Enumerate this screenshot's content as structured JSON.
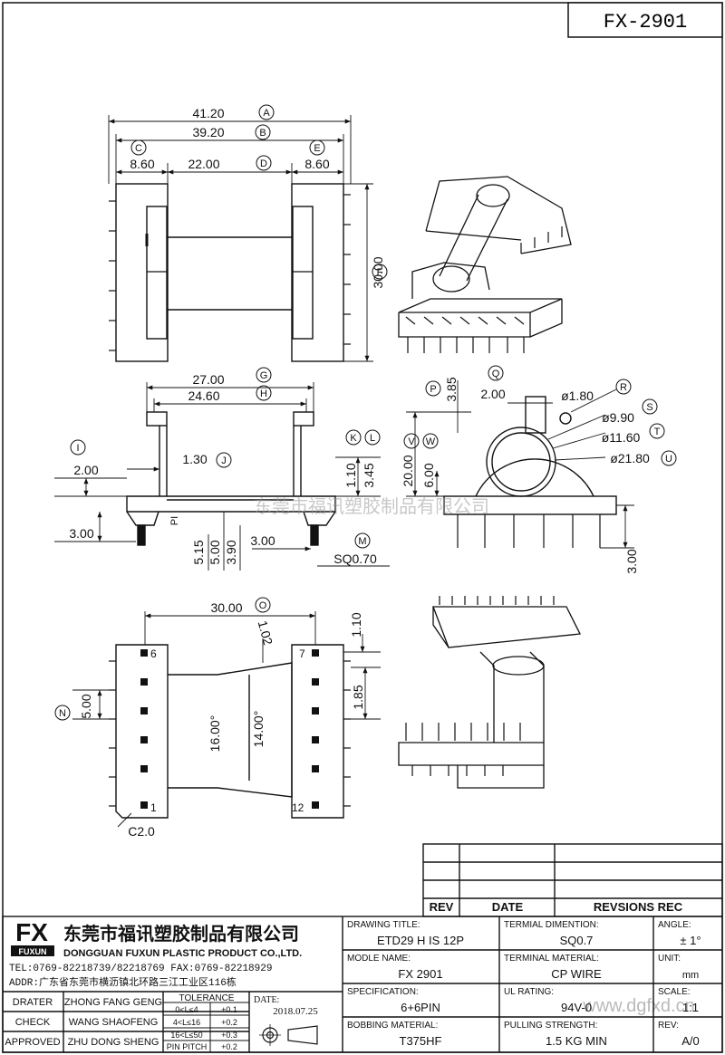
{
  "part_no": "FX-2901",
  "views": {
    "top": {
      "dims": {
        "d41_20": "41.20",
        "d39_20": "39.20",
        "d8_60_left": "8.60",
        "d22_00": "22.00",
        "d8_60_right": "8.60",
        "d30_00_side": "30.00"
      },
      "markers": {
        "a": "A",
        "b": "B",
        "c": "C",
        "d": "D",
        "e": "E",
        "f": "F"
      }
    },
    "front": {
      "dims": {
        "d27_00": "27.00",
        "d24_60": "24.60",
        "d2_00": "2.00",
        "d1_30": "1.30",
        "d3_00_left": "3.00",
        "d5_15": "5.15",
        "d5_00": "5.00",
        "d3_90": "3.90",
        "d3_00_mid": "3.00",
        "d1_10": "1.10",
        "d3_45": "3.45",
        "sq0_70": "SQ0.70",
        "pi": "PI"
      },
      "markers": {
        "g": "G",
        "h": "H",
        "i": "I",
        "j": "J",
        "k": "K",
        "l": "L",
        "m": "M"
      }
    },
    "end": {
      "dims": {
        "d3_85": "3.85",
        "d2_00": "2.00",
        "dia1_80": "ø1.80",
        "dia9_90": "ø9.90",
        "dia11_60": "ø11.60",
        "dia21_80": "ø21.80",
        "d20_00": "20.00",
        "d6_00": "6.00",
        "d3_00": "3.00"
      },
      "markers": {
        "p": "P",
        "q": "Q",
        "r": "R",
        "s": "S",
        "t": "T",
        "u": "U",
        "v": "V",
        "w": "W"
      }
    },
    "bottom": {
      "dims": {
        "d30_00": "30.00",
        "d1_02": "1.02",
        "d1_10": "1.10",
        "d5_00": "5.00",
        "d16_00": "16.00°",
        "d14_00": "14.00°",
        "d1_85": "1.85",
        "c2_0": "C2.0"
      },
      "pins": {
        "p6": "6",
        "p7": "7",
        "p1": "1",
        "p12": "12"
      },
      "markers": {
        "n": "N",
        "o": "O"
      }
    }
  },
  "watermark": "东莞市福讯塑胶制品有限公司",
  "revisions": {
    "rev": "REV",
    "date": "DATE",
    "recs": "REVSIONS REC"
  },
  "company": {
    "logo": "FX",
    "logo_sub": "FUXUN",
    "name_cn": "东莞市福讯塑胶制品有限公司",
    "name_en": "DONGGUAN FUXUN PLASTIC PRODUCT CO.,LTD.",
    "tel": "TEL:0769-82218739/82218769 FAX:0769-82218929",
    "addr": "ADDR:广东省东莞市横沥镇北环路三江工业区116栋"
  },
  "people": [
    {
      "role": "DRATER",
      "name": "ZHONG FANG GENG"
    },
    {
      "role": "CHECK",
      "name": "WANG SHAOFENG"
    },
    {
      "role": "APPROVED",
      "name": "ZHU DONG SHENG"
    }
  ],
  "tolerance": {
    "title": "TOLERANCE",
    "rows": [
      {
        "range": "0<L≤4",
        "value": "+0.1"
      },
      {
        "range": "4<L≤16",
        "value": "+0.2"
      },
      {
        "range": "16<L≤50",
        "value": "+0.3"
      },
      {
        "range": "PIN PITCH",
        "value": "+0.2"
      }
    ]
  },
  "date": {
    "label": "DATE:",
    "value": "2018.07.25"
  },
  "fields": {
    "drawing_title": {
      "label": "DRAWING TITLE:",
      "value": "ETD29 H IS 12P"
    },
    "model_name": {
      "label": "MODLE NAME:",
      "value": "FX 2901"
    },
    "specification": {
      "label": "SPECIFICATION:",
      "value": "6+6PIN"
    },
    "bobbing_material": {
      "label": "BOBBING MATERIAL:",
      "value": "T375HF"
    },
    "terminal_dimention": {
      "label": "TERMIAL DIMENTION:",
      "value": "SQ0.7"
    },
    "terminal_material": {
      "label": "TERMINAL MATERIAL:",
      "value": "CP WIRE"
    },
    "ul_rating": {
      "label": "UL RATING:",
      "value": "94V-0"
    },
    "pulling_strength": {
      "label": "PULLING STRENGTH:",
      "value": "1.5 KG MIN"
    },
    "angle": {
      "label": "ANGLE:",
      "value": "± 1°"
    },
    "unit": {
      "label": "UNIT:",
      "value": "mm"
    },
    "scale": {
      "label": "SCALE:",
      "value": "1:1"
    },
    "rev": {
      "label": "REV:",
      "value": "A/0"
    }
  },
  "site_watermark": "www.dgfxd.cn"
}
